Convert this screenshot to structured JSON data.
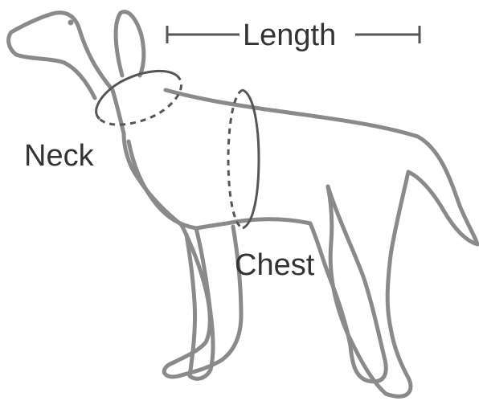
{
  "labels": {
    "length": "Length",
    "neck": "Neck",
    "chest": "Chest"
  },
  "colors": {
    "outline": "#8a8a8a",
    "text": "#333333",
    "background": "#ffffff"
  }
}
